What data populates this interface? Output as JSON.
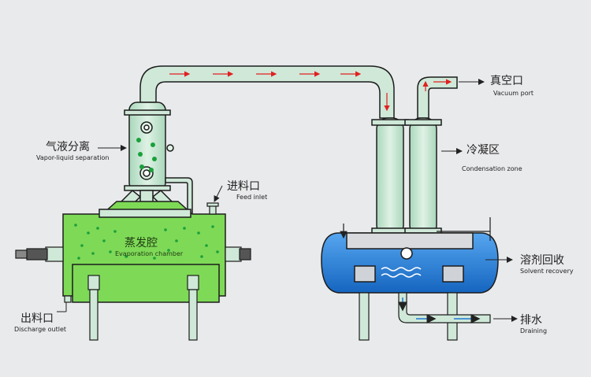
{
  "labels": {
    "vacuum_port": {
      "zh": "真空口",
      "en": "Vacuum port"
    },
    "vapor_liquid": {
      "zh": "气液分离",
      "en": "Vapor-liquid separation"
    },
    "condensation": {
      "zh": "冷凝区",
      "en": "Condensation zone"
    },
    "feed_inlet": {
      "zh": "进料口",
      "en": "Feed inlet"
    },
    "evaporation": {
      "zh": "蒸发腔",
      "en": "Evaporation chamber"
    },
    "solvent": {
      "zh": "溶剂回收",
      "en": "Solvent recovery"
    },
    "discharge": {
      "zh": "出料口",
      "en": "Discharge outlet"
    },
    "draining": {
      "zh": "排水",
      "en": "Draining"
    }
  },
  "colors": {
    "background": "#e9eaec",
    "pipe_fill": "#cfe8d8",
    "pipe_stroke": "#1c1c1c",
    "evaporator_fill": "#7ed957",
    "dot_fill": "#1aa03a",
    "tank_fill": "#1e78d2",
    "flow_arrow": "#e02020"
  }
}
